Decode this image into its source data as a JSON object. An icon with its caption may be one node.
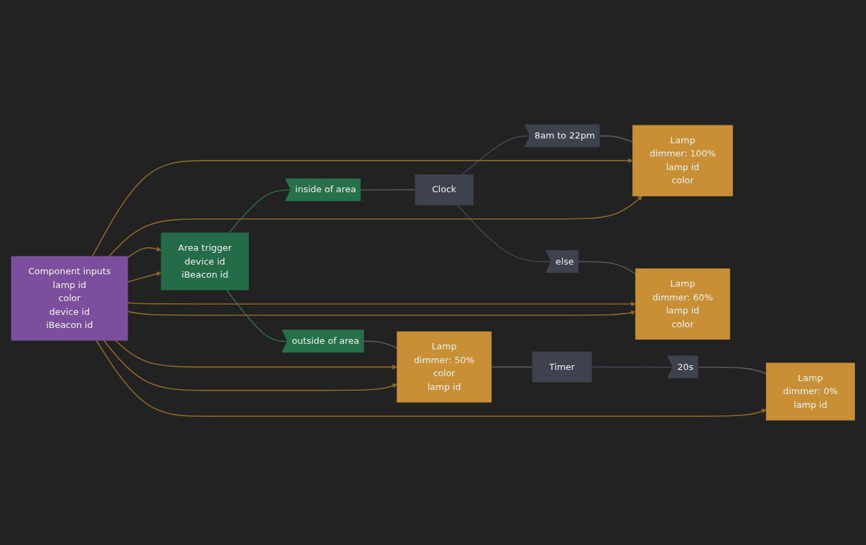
{
  "diagram": {
    "nodes": [
      {
        "text": [
          "Area trigger",
          "device id",
          "iBeacon id"
        ]
      },
      {
        "text": [
          "inside of area"
        ]
      },
      {
        "text": [
          "Clock"
        ]
      },
      {
        "text": [
          "8am to 22pm"
        ]
      },
      {
        "text": [
          "else"
        ]
      },
      {
        "text": [
          "Lamp",
          "dimmer: 100%",
          "lamp id",
          "color"
        ]
      },
      {
        "text": [
          "Lamp",
          "dimmer: 60%",
          "lamp id",
          "color"
        ]
      },
      {
        "text": [
          "outside of area"
        ]
      },
      {
        "text": [
          "Lamp",
          "dimmer: 50%",
          "color",
          "lamp id"
        ]
      },
      {
        "text": [
          "Timer"
        ]
      },
      {
        "text": [
          "20s"
        ]
      },
      {
        "text": [
          "Lamp",
          "dimmer: 0%",
          "lamp id"
        ]
      },
      {
        "text": [
          "Component inputs",
          "lamp id",
          "color",
          "device id",
          "iBeacon id"
        ]
      }
    ],
    "edges": [
      {
        "from": 0,
        "to": 1,
        "arrow": "none",
        "color": "#2e6b45"
      },
      {
        "from": 1,
        "to": 2,
        "arrow": "none",
        "color": "#5a5a5a"
      },
      {
        "from": 0,
        "to": 7,
        "arrow": "none",
        "color": "#2e6b45"
      },
      {
        "from": 7,
        "to": 8,
        "arrow": "none",
        "color": "#5a5a5a"
      },
      {
        "from": 2,
        "to": 3,
        "arrow": "none",
        "color": "#3f4450"
      },
      {
        "from": 2,
        "to": 4,
        "arrow": "none",
        "color": "#3f4450"
      },
      {
        "from": 3,
        "to": 5,
        "arrow": "none",
        "color": "#5a5a5a"
      },
      {
        "from": 4,
        "to": 6,
        "arrow": "none",
        "color": "#5a5a5a"
      },
      {
        "from": 8,
        "to": 9,
        "arrow": "none",
        "color": "#5a5a5a"
      },
      {
        "from": 9,
        "to": 10,
        "arrow": "none",
        "color": "#3f4450"
      },
      {
        "from": 10,
        "to": 11,
        "arrow": "none",
        "color": "#5a5a5a"
      },
      {
        "from": 12,
        "to": 0,
        "arrow": "to"
      },
      {
        "from": 12,
        "to": 0,
        "arrow": "to"
      },
      {
        "from": 12,
        "to": 5,
        "arrow": "to"
      },
      {
        "from": 12,
        "to": 5,
        "arrow": "to"
      },
      {
        "from": 12,
        "to": 6,
        "arrow": "to"
      },
      {
        "from": 12,
        "to": 6,
        "arrow": "to"
      },
      {
        "from": 12,
        "to": 8,
        "arrow": "to"
      },
      {
        "from": 12,
        "to": 8,
        "arrow": "to"
      },
      {
        "from": 12,
        "to": 11,
        "arrow": "to"
      }
    ]
  }
}
